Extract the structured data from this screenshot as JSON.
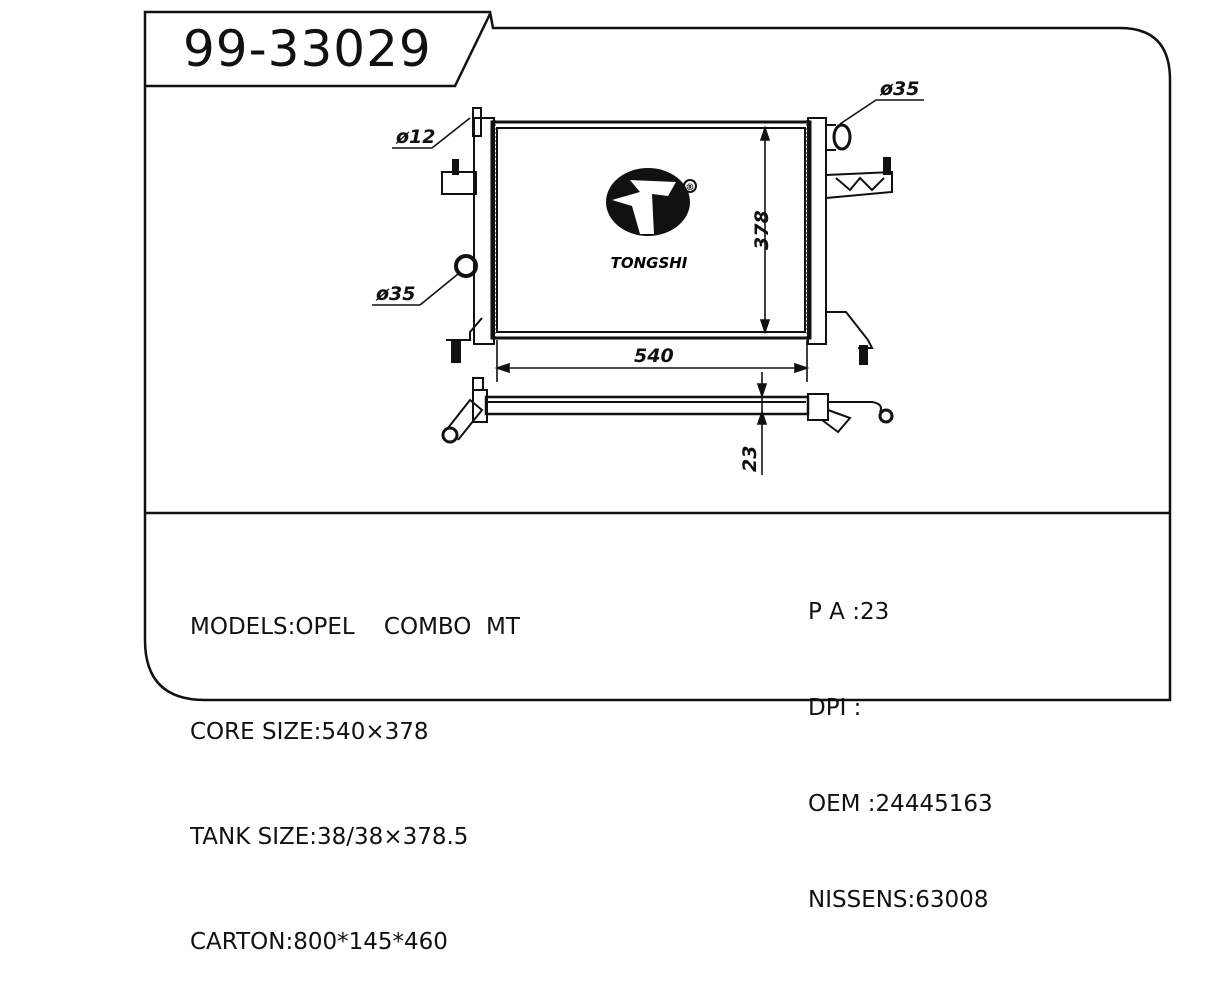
{
  "part_number": "99-33029",
  "brand": "TONGSHI",
  "registered_mark": "®",
  "dimensions": {
    "inlet_small": "ø12",
    "inlet_left": "ø35",
    "outlet_right": "ø35",
    "height": "378",
    "width": "540",
    "thickness": "23"
  },
  "specs_left": [
    {
      "label": "MODELS:",
      "value": "OPEL    COMBO  MT"
    },
    {
      "label": "CORE SIZE:",
      "value": "540×378"
    },
    {
      "label": "TANK SIZE:",
      "value": "38/38×378.5"
    },
    {
      "label": "CARTON:",
      "value": "800*145*460"
    }
  ],
  "specs_right": [
    {
      "label": "P A :",
      "value": "23"
    },
    {
      "label": "DPI :",
      "value": ""
    },
    {
      "label": "OEM :",
      "value": "24445163"
    },
    {
      "label": "NISSENS:",
      "value": "63008"
    }
  ]
}
